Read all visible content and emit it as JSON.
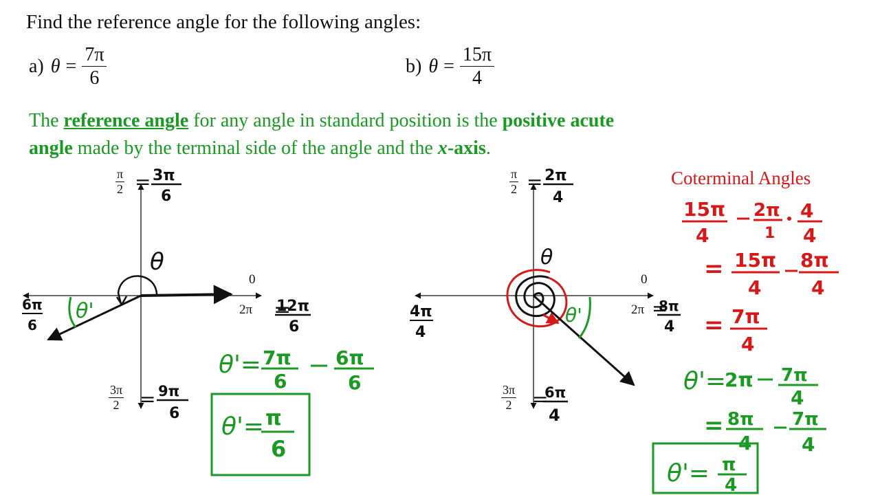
{
  "title": "Find the reference angle for the following angles:",
  "problems": {
    "a": {
      "label": "a)",
      "var": "θ",
      "eq": "=",
      "num": "7π",
      "den": "6"
    },
    "b": {
      "label": "b)",
      "var": "θ",
      "eq": "=",
      "num": "15π",
      "den": "4"
    }
  },
  "definition": {
    "p1": "The ",
    "term": "reference angle",
    "p2": " for any angle in standard position is the ",
    "bold1": "positive acute",
    "bold2": "angle",
    "p3": " made by the terminal side of the angle and the ",
    "xaxis": "x",
    "xaxis_suffix": "-axis",
    "p4": "."
  },
  "left_graph": {
    "top_frac": {
      "num": "π",
      "den": "2"
    },
    "bottom_frac": {
      "num": "3π",
      "den": "2"
    },
    "zero": "0",
    "two_pi": "2π",
    "handwritten": {
      "top_eq": "= 3π/6",
      "left": "6π/6",
      "right": "= 12π/6",
      "bottom": "= 9π/6",
      "theta": "θ",
      "theta_prime": "θ'",
      "work_line": "θ' = 7π/6 − 6π/6",
      "answer": "θ' = π/6"
    }
  },
  "right_graph": {
    "top_frac": {
      "num": "π",
      "den": "2"
    },
    "bottom_frac": {
      "num": "3π",
      "den": "2"
    },
    "zero": "0",
    "two_pi": "2π",
    "handwritten": {
      "top_eq": "= 2π/4",
      "left": "4π/4",
      "right": "= 8π/4",
      "bottom": "= 6π/4",
      "theta": "θ",
      "theta_prime": "θ'"
    }
  },
  "coterminal": {
    "title": "Coterminal Angles",
    "lines": [
      "15π/4 − 2π/1 · 4/4",
      "= 15π/4 − 8π/4",
      "= 7π/4"
    ],
    "ref_lines": [
      "θ' = 2π − 7π/4",
      "= 8π/4 − 7π/4",
      "θ' = π/4"
    ]
  },
  "colors": {
    "green": "#1a9a22",
    "red": "#d81818",
    "ink": "#111111"
  }
}
